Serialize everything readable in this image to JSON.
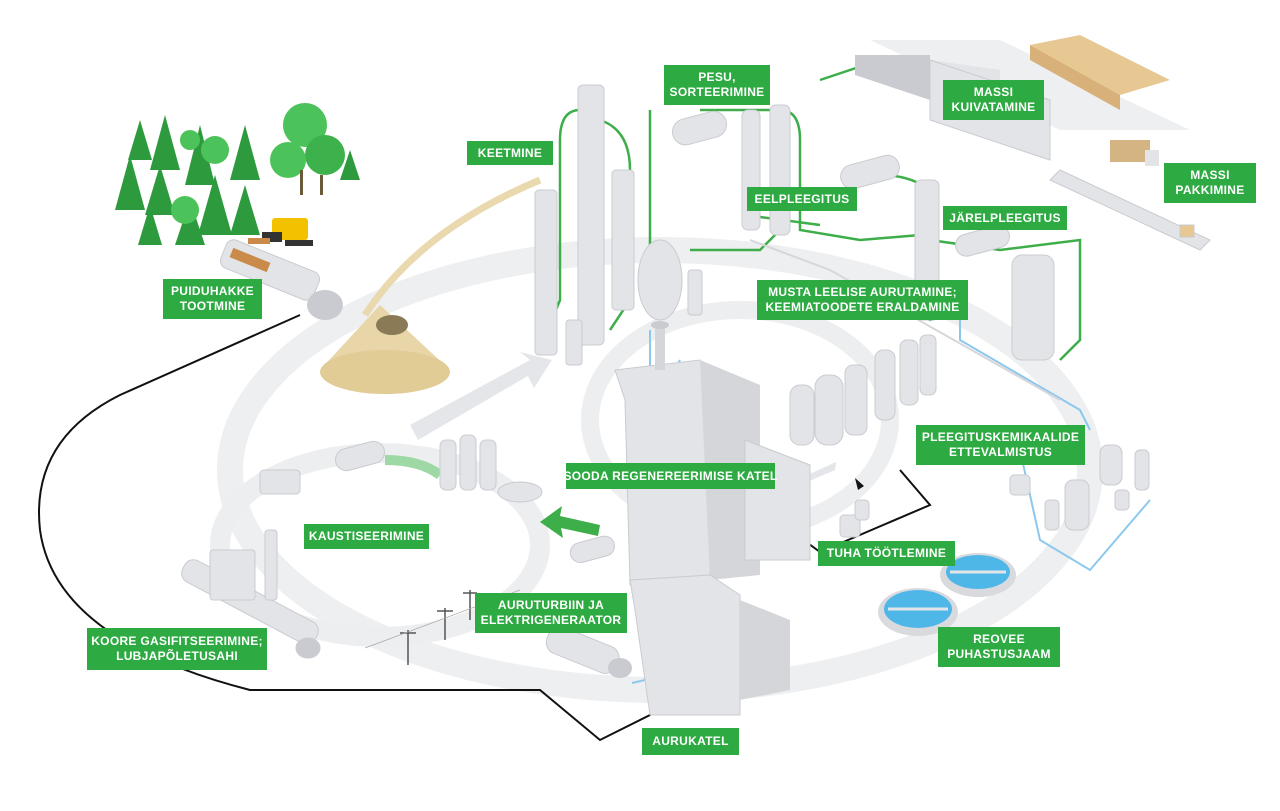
{
  "colors": {
    "label_green": "#2DAA41",
    "pipe_green": "#3DAE49",
    "pipe_blue": "#8CC8EE",
    "loop_black": "#111111",
    "building": "#E3E4E7",
    "building_shade": "#C9CBD0",
    "wood_chips": "#E8D6A8",
    "tree_green": "#2E9A3E",
    "loader_yellow": "#F2C200",
    "water": "#4FB7E8"
  },
  "labels": {
    "puiduhakke": [
      "PUIDUHAKKE",
      "TOOTMINE"
    ],
    "keetmine": [
      "KEETMINE"
    ],
    "pesu": [
      "PESU,",
      "SORTEERIMINE"
    ],
    "massi_kuivatamine": [
      "MASSI",
      "KUIVATAMINE"
    ],
    "massi_pakkimine": [
      "MASSI",
      "PAKKIMINE"
    ],
    "eelpleegitus": [
      "EELPLEEGITUS"
    ],
    "jarelpleegitus": [
      "JÄRELPLEEGITUS"
    ],
    "musta_leelise": [
      "MUSTA LEELISE AURUTAMINE;",
      "KEEMIATOODETE ERALDAMINE"
    ],
    "pleegitus": [
      "PLEEGITUSKEMIKAALIDE",
      "ETTEVALMISTUS"
    ],
    "sooda": [
      "SOODA REGENEREERIMISE KATEL"
    ],
    "kaustiseerimine": [
      "KAUSTISEERIMINE"
    ],
    "tuha": [
      "TUHA TÖÖTLEMINE"
    ],
    "auruturbiin": [
      "AURUTURBIIN JA",
      "ELEKTRIGENERAATOR"
    ],
    "reovee": [
      "REOVEE",
      "PUHASTUSJAAM"
    ],
    "koore": [
      "KOORE GASIFITSEERIMINE;",
      "LUBJAPÕLETUSAHI"
    ],
    "aurukatel": [
      "AURUKATEL"
    ]
  },
  "icons": [
    "forest-trees",
    "wood-loader",
    "chip-conveyor",
    "chip-pile",
    "digester-towers",
    "wash-sorting-tanks",
    "bleaching-towers",
    "drying-machine",
    "warehouse",
    "truck",
    "evaporator-tanks",
    "chemical-plant",
    "recovery-boiler",
    "turbine",
    "power-pylons",
    "wastewater-clarifiers",
    "lime-kiln"
  ]
}
